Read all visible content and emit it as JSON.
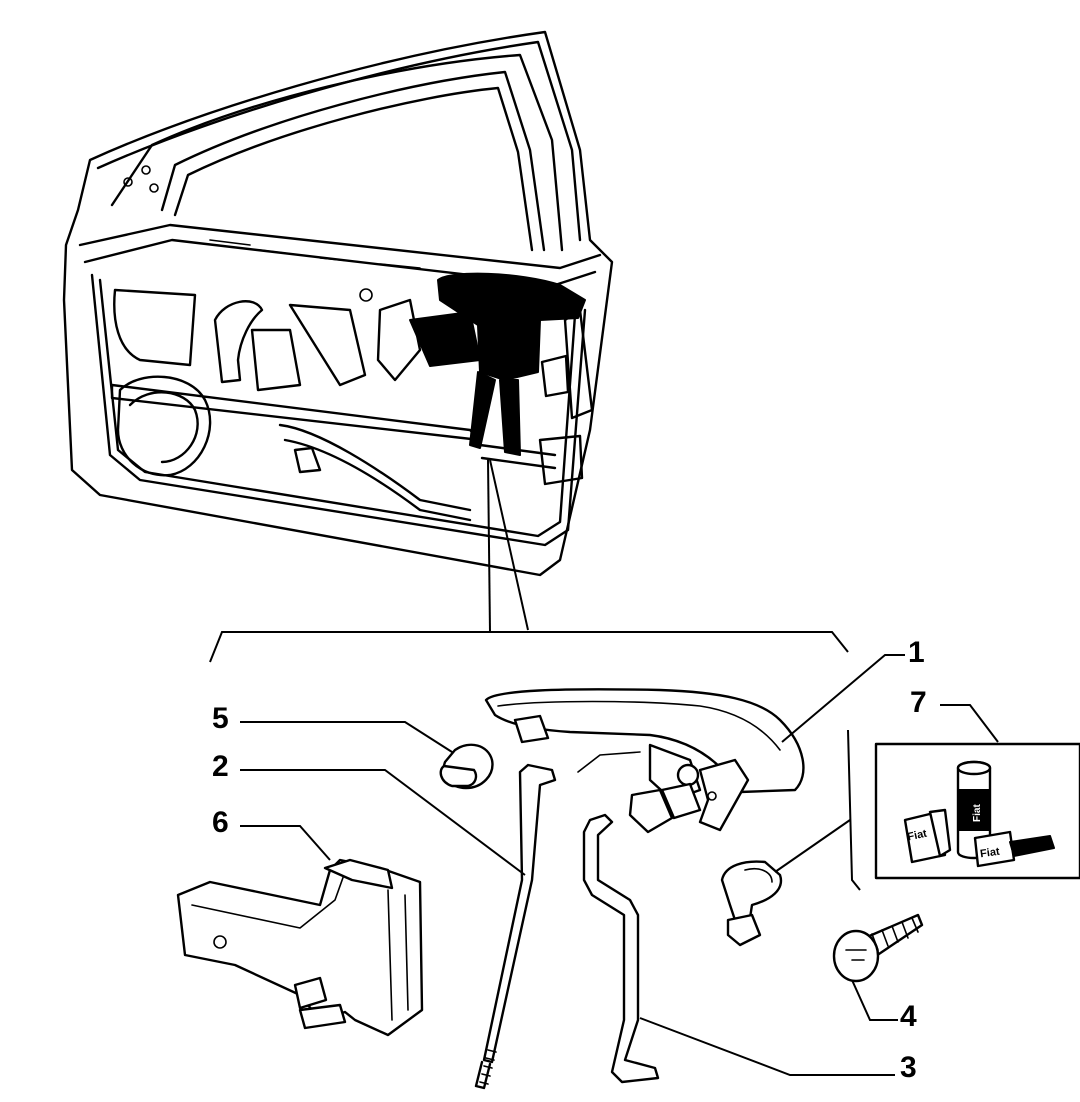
{
  "diagram": {
    "callouts": [
      "1",
      "2",
      "3",
      "4",
      "5",
      "6",
      "7"
    ],
    "product_label": "Fiat",
    "colors": {
      "ink": "#000000",
      "paper": "#ffffff"
    }
  }
}
